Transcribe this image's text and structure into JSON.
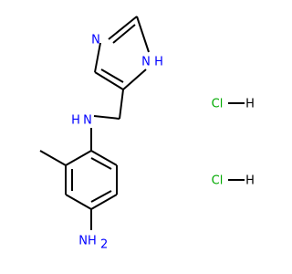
{
  "colors": {
    "nitrogen": "#0000ff",
    "chlorine": "#00aa00",
    "carbon_bond": "#000000",
    "background": "#ffffff"
  },
  "labels": {
    "imidazole_n3": "N",
    "imidazole_nh": "N",
    "imidazole_nh_h": "H",
    "amine_n": "N",
    "amine_nh_h": "H",
    "aniline_nh2": "NH",
    "aniline_nh2_sub": "2",
    "hcl_1": "Cl",
    "hcl_1_h": "H",
    "hcl_2": "Cl",
    "hcl_2_h": "H"
  }
}
